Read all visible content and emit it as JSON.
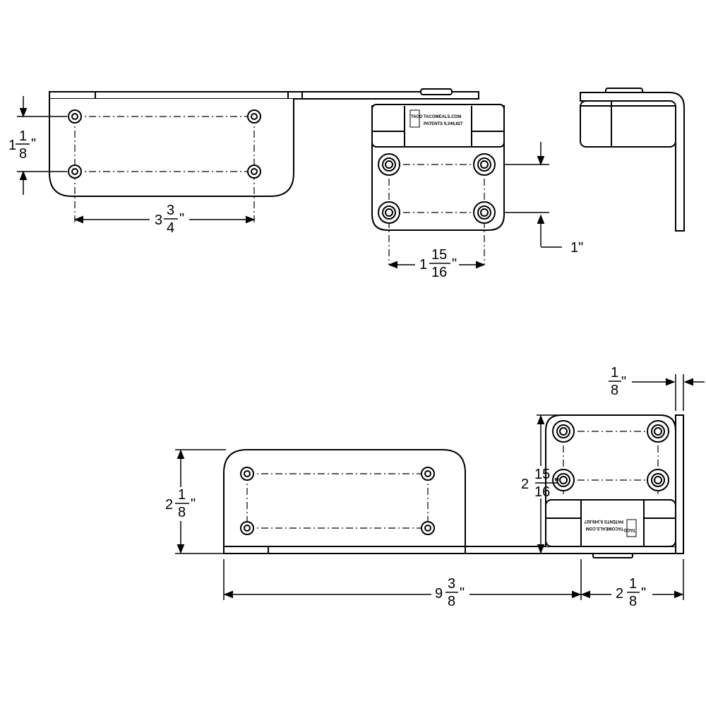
{
  "dimensions": {
    "hole_spacing_height": {
      "whole": "1",
      "num": "1",
      "den": "8",
      "unit": "\""
    },
    "hole_spacing_width": {
      "whole": "3",
      "num": "3",
      "den": "4",
      "unit": "\""
    },
    "receiver_hole_width": {
      "whole": "1",
      "num": "15",
      "den": "16",
      "unit": "\""
    },
    "receiver_hole_offset": {
      "text": "1\""
    },
    "plate_thickness": {
      "num": "1",
      "den": "8",
      "unit": "\""
    },
    "strike_height": {
      "whole": "2",
      "num": "1",
      "den": "8",
      "unit": "\""
    },
    "receiver_height": {
      "whole": "2",
      "num": "15",
      "den": "16",
      "unit": "\""
    },
    "overall_length": {
      "whole": "9",
      "num": "3",
      "den": "8",
      "unit": "\""
    },
    "receiver_depth": {
      "whole": "2",
      "num": "1",
      "den": "8",
      "unit": "\""
    }
  },
  "stamp": {
    "logo_text": "TACO",
    "line1": "TACOMEALS.COM",
    "line2": "PATENTS 9,349,827"
  }
}
